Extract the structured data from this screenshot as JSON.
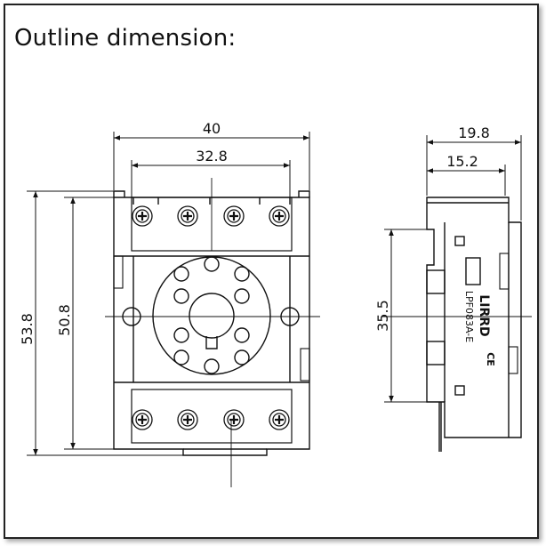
{
  "title": "Outline dimension:",
  "front_view": {
    "width_overall": "40",
    "width_inner": "32.8",
    "height_overall": "53.8",
    "height_inner": "50.8"
  },
  "side_view": {
    "depth_overall": "19.8",
    "depth_inner": "15.2",
    "height": "35.5",
    "brand_label": "LIRRD",
    "model_label": "LPF083A-E",
    "cert_mark": "CE"
  }
}
